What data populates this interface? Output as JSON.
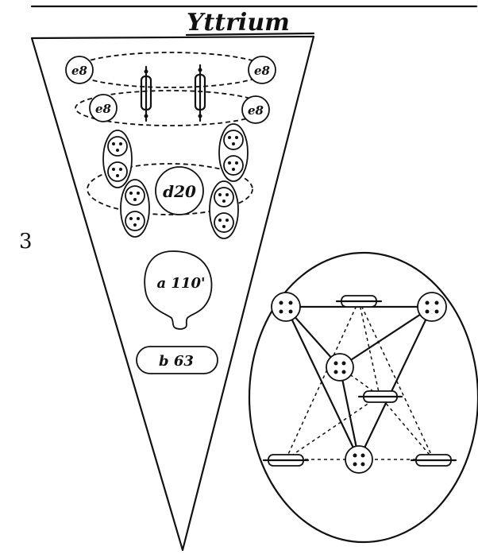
{
  "title": "Yttrium",
  "plate_number": "3",
  "funnel": {
    "top_beads": [
      "e8",
      "e8",
      "e8",
      "e8"
    ],
    "middle_sphere": "d20",
    "large_body": "a 110'",
    "lower_body": "b 63"
  },
  "colors": {
    "ink": "#111111",
    "paper": "#ffffff"
  }
}
